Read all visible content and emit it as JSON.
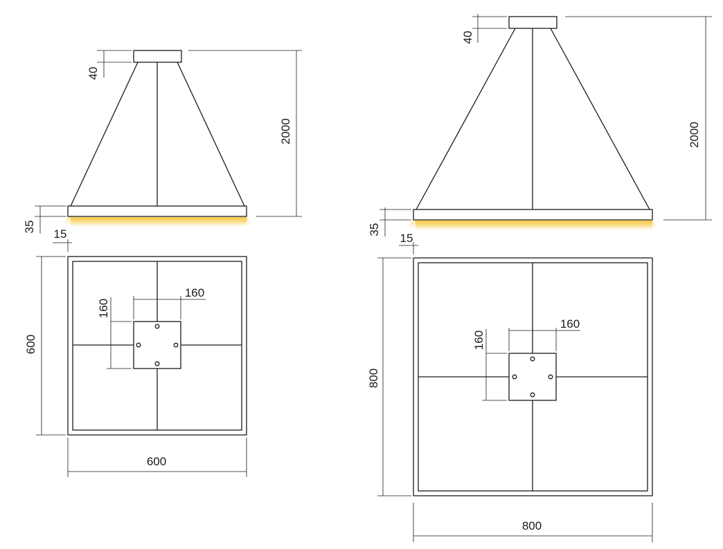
{
  "colors": {
    "line": "#1a1a1a",
    "glow": "#f5c842",
    "background": "#ffffff"
  },
  "lamp_600": {
    "canopy_height": "40",
    "suspension_height": "2000",
    "frame_height": "35",
    "frame_width_profile": "15",
    "mount_plate": "160",
    "mount_plate_vertical": "160",
    "overall_depth": "600",
    "overall_width": "600"
  },
  "lamp_800": {
    "canopy_height": "40",
    "suspension_height": "2000",
    "frame_height": "35",
    "frame_width_profile": "15",
    "mount_plate": "160",
    "mount_plate_vertical": "160",
    "overall_depth": "800",
    "overall_width": "800"
  }
}
